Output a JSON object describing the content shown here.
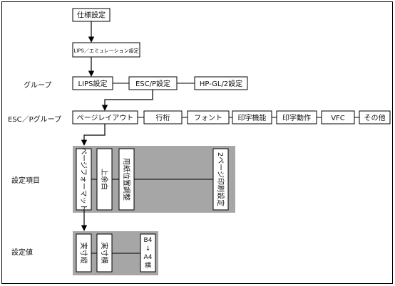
{
  "top": {
    "spec": "仕様設定",
    "mode": "LIPS／エミュレーション設定"
  },
  "rows": {
    "group_label": "グループ",
    "escp_group_label": "ESC／Pグループ",
    "settings_label": "設定項目",
    "values_label": "設定値"
  },
  "groups": [
    "LIPS設定",
    "ESC/P設定",
    "HP-GL/2設定"
  ],
  "escp_groups": [
    "ページレイアウト",
    "行桁",
    "フォント",
    "印字機能",
    "印字動作",
    "VFC",
    "その他"
  ],
  "items": [
    "ページフォーマット",
    "上余白",
    "用紙位置調整",
    "2ページ印刷設定"
  ],
  "values": [
    "実寸縦",
    "実寸横",
    "B4",
    "↓",
    "A4",
    "横"
  ],
  "colors": {
    "border": "#000000",
    "panel": "#a6a6a6",
    "box": "#ffffff"
  }
}
